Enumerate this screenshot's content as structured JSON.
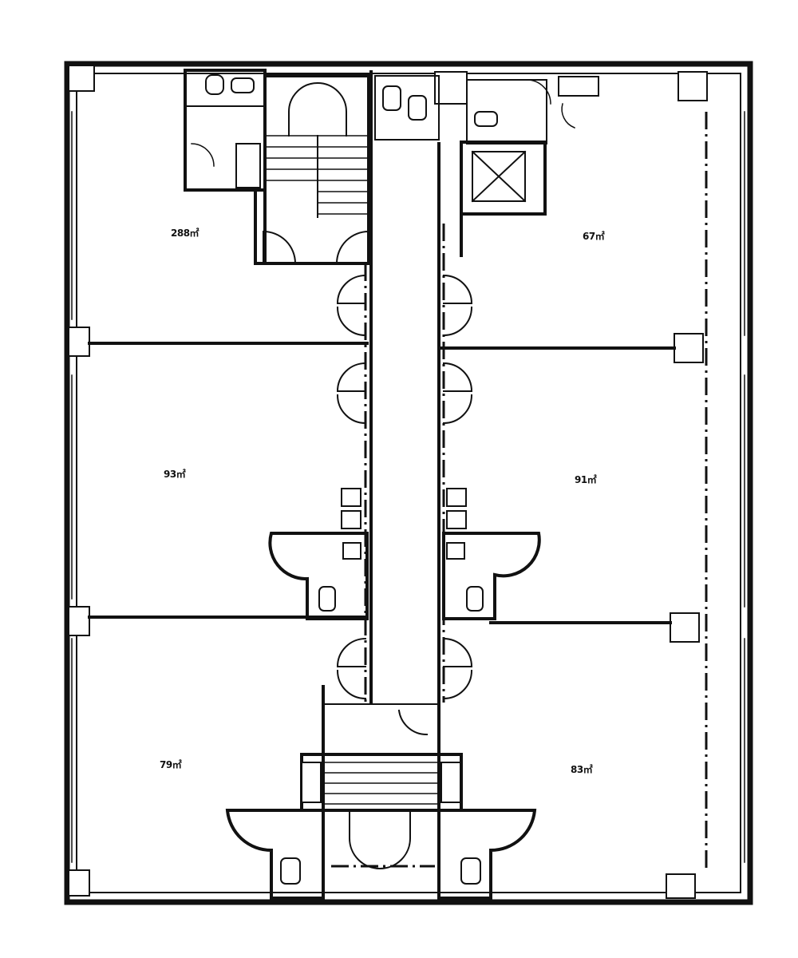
{
  "plan": {
    "units": [
      {
        "id": "nw",
        "area": "288㎡"
      },
      {
        "id": "ne",
        "area": "67㎡"
      },
      {
        "id": "w",
        "area": "93㎡"
      },
      {
        "id": "e",
        "area": "91㎡"
      },
      {
        "id": "sw",
        "area": "79㎡"
      },
      {
        "id": "se",
        "area": "83㎡"
      }
    ]
  }
}
